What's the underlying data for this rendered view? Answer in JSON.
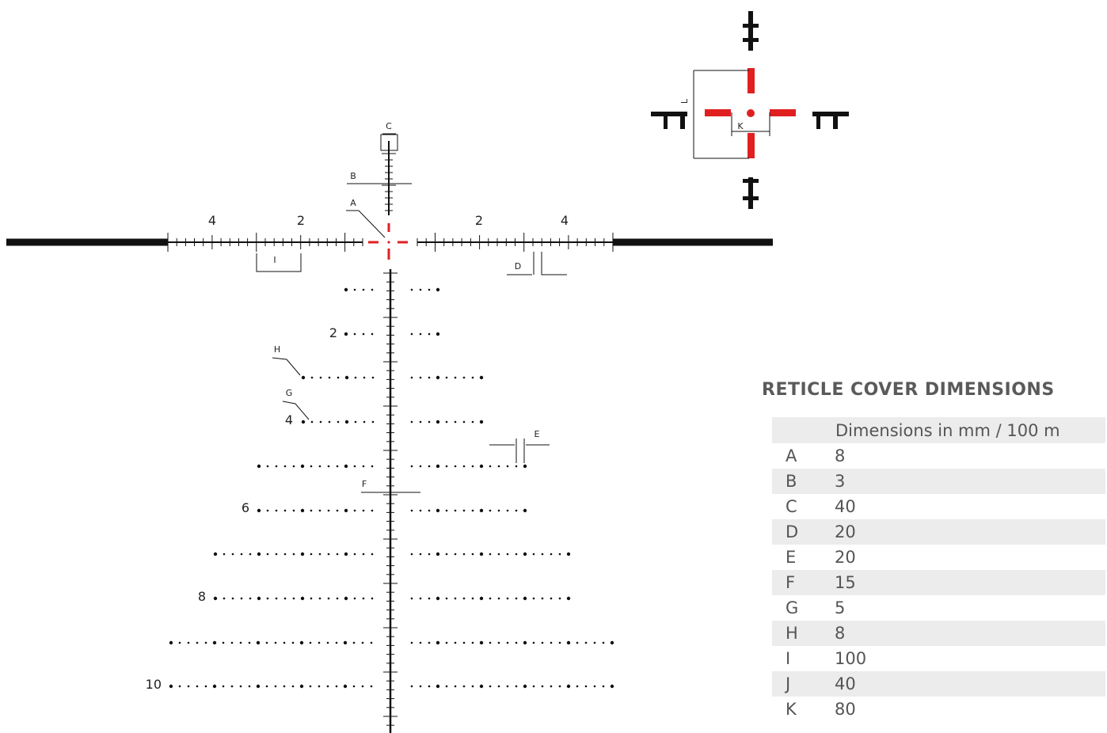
{
  "reticle": {
    "horizontal_labels_left": [
      "4",
      "2"
    ],
    "horizontal_labels_right": [
      "2",
      "4"
    ],
    "vertical_labels": [
      "2",
      "4",
      "6",
      "8",
      "10"
    ],
    "callouts": [
      "A",
      "B",
      "C",
      "D",
      "E",
      "F",
      "G",
      "H",
      "I"
    ],
    "accent_color": "#e02020",
    "line_color": "#111111"
  },
  "inset": {
    "label_l": "L",
    "label_k": "K"
  },
  "dimensions": {
    "title": "RETICLE COVER DIMENSIONS",
    "header": "Dimensions in mm / 100 m",
    "rows": [
      {
        "key": "A",
        "value": "8"
      },
      {
        "key": "B",
        "value": "3"
      },
      {
        "key": "C",
        "value": "40"
      },
      {
        "key": "D",
        "value": "20"
      },
      {
        "key": "E",
        "value": "20"
      },
      {
        "key": "F",
        "value": "15"
      },
      {
        "key": "G",
        "value": "5"
      },
      {
        "key": "H",
        "value": "8"
      },
      {
        "key": "I",
        "value": "100"
      },
      {
        "key": "J",
        "value": "40"
      },
      {
        "key": "K",
        "value": "80"
      }
    ]
  }
}
